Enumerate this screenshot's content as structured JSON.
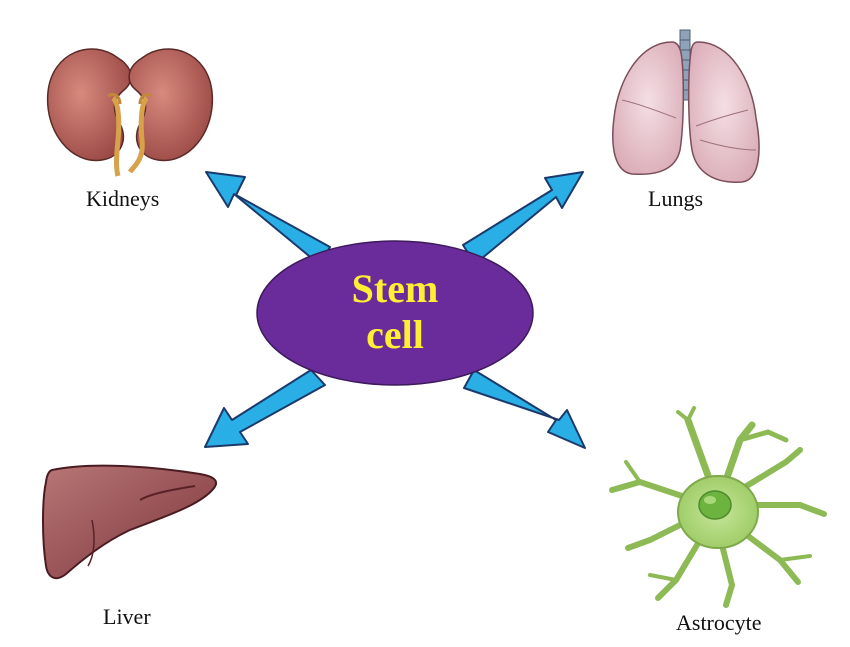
{
  "center": {
    "line1": "Stem",
    "line2": "cell",
    "fill": "#6a2c9a",
    "text_color": "#ffee33"
  },
  "arrow_color": "#29aee6",
  "arrow_outline": "#1b3a6b",
  "organs": {
    "kidneys": {
      "label": "Kidneys",
      "icon": "kidneys-icon"
    },
    "lungs": {
      "label": "Lungs",
      "icon": "lungs-icon"
    },
    "liver": {
      "label": "Liver",
      "icon": "liver-icon"
    },
    "astrocyte": {
      "label": "Astrocyte",
      "icon": "astrocyte-icon"
    }
  }
}
